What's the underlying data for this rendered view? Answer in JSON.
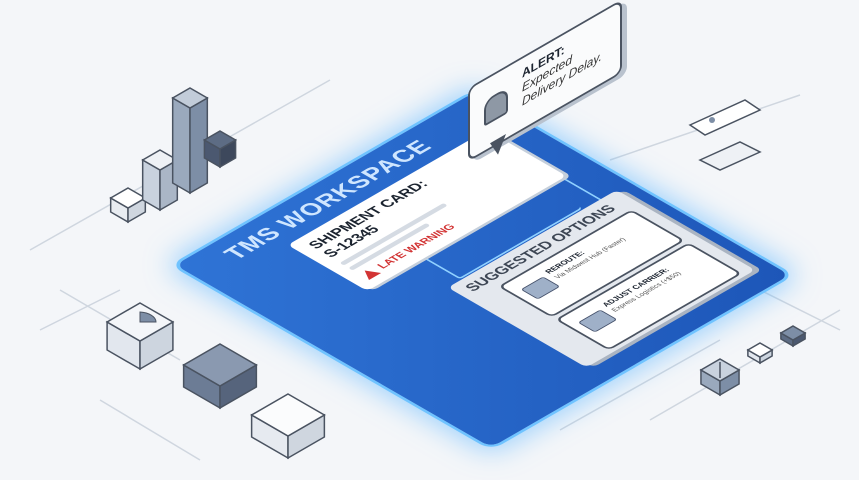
{
  "workspace": {
    "title": "TMS WORKSPACE"
  },
  "shipment_card": {
    "heading": "SHIPMENT CARD:",
    "id": "S-12345",
    "warning": "LATE WARNING",
    "warning_color": "#d23434"
  },
  "alert": {
    "label": "ALERT:",
    "message": "Expected Delivery Delay.",
    "icon": "bell-icon"
  },
  "suggested_options": {
    "heading": "SUGGESTED OPTIONS",
    "options": [
      {
        "title": "ADJUST CARRIER:",
        "detail": "Express Logistics (+$50)",
        "icon": "truck-icon"
      },
      {
        "title": "REROUTE:",
        "detail": "Via Midwest Hub (Faster)",
        "icon": "map-pin-icon"
      }
    ]
  },
  "colors": {
    "board": "#2f74d6",
    "glow": "#6fc3ff",
    "background": "#f4f6f9"
  }
}
